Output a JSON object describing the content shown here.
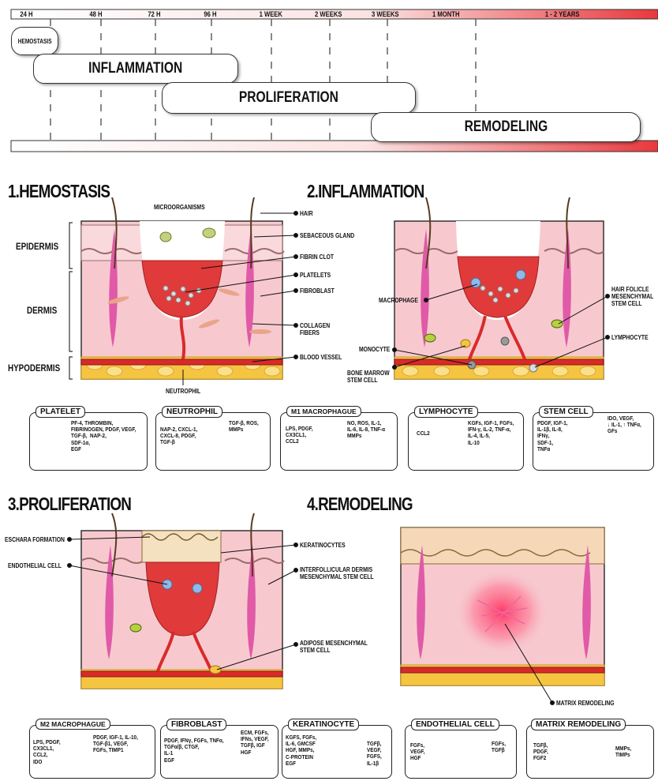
{
  "timeline": {
    "ticks": [
      "24 H",
      "48 H",
      "72 H",
      "96 H",
      "1 WEEK",
      "2 WEEKS",
      "3 WEEKS",
      "1 MONTH",
      "1 - 2 YEARS"
    ],
    "phases": [
      "HEMOSTASIS",
      "INFLAMMATION",
      "PROLIFERATION",
      "REMODELING"
    ]
  },
  "sections": {
    "hemostasis": {
      "title": "1.HEMOSTASIS",
      "layers": [
        "EPIDERMIS",
        "DERMIS",
        "HYPODERMIS"
      ],
      "labels": {
        "microorganisms": "MICROORGANISMS",
        "hair": "HAIR",
        "sebaceous": "SEBACEOUS GLAND",
        "fibrin": "FIBRIN CLOT",
        "platelets": "PLATELETS",
        "fibroblast": "FIBROBLAST",
        "collagen": "COLLAGEN\nFIBERS",
        "blood_vessel": "BLOOD VESSEL",
        "neutrophil": "NEUTROPHIL"
      }
    },
    "inflammation": {
      "title": "2.INFLAMMATION",
      "labels": {
        "macrophage": "MACROPHAGE",
        "hair_follicle": "HAIR FOLICLE\nMESENCHYMAL\nSTEM CELL",
        "lymphocyte": "LYMPHOCYTE",
        "monocyte": "MONOCYTE",
        "bone_marrow": "BONE MARROW\nSTEM CELL"
      }
    },
    "proliferation": {
      "title": "3.PROLIFERATION",
      "labels": {
        "eschara": "ESCHARA FORMATION",
        "endothelial": "ENDOTHELIAL CELL",
        "keratinocytes": "KERATINOCYTES",
        "interfollicular": "INTERFOLLICULAR DERMIS\nMESENCHYMAL STEM CELL",
        "adipose": "ADIPOSE MESENCHYMAL\nSTEM CELL"
      }
    },
    "remodeling": {
      "title": "4.REMODELING",
      "labels": {
        "matrix": "MATRIX REMODELING"
      }
    }
  },
  "cards_row1": [
    {
      "name": "PLATELET",
      "left": "",
      "right": "PF-4, THROMBIN,\nFIBRINOGEN, PDGF, VEGF,\nTGF-β,  NAP-2,\nSDF-1α,\nEGF"
    },
    {
      "name": "NEUTROPHIL",
      "left": "NAP-2, CXCL-1,\nCXCL-8, PDGF,\nTGF-β",
      "right": "TGF-β, ROS,\nMMPs"
    },
    {
      "name": "M1 MACROPHAGUE",
      "left": "LPS, PDGF,\nCX3CL1,\nCCL2",
      "right": "NO, ROS, IL-1,\nIL-6, IL-8, TNF-α\nMMPs"
    },
    {
      "name": "LYMPHOCYTE",
      "left": "CCL2",
      "right": "KGFs, IGF-1, FGFs,\nIFN-γ, IL-2, TNF-α,\nIL-4, IL-5,\nIL-10"
    },
    {
      "name": "STEM CELL",
      "left": "PDGF, IGF-1,\nIL-1β, IL-8,\nIFNγ,\nSDF-1,\nTNFα",
      "right": "IDO, VEGF,\n↓ IL-1, ↑ TNFα,\nGFs"
    }
  ],
  "cards_row2": [
    {
      "name": "M2 MACROPHAGUE",
      "left": "LPS, PDGF,\nCX3CL1,\nCCL2,\nIDO",
      "right": "PDGF, IGF-1, IL-10,\nTGF-β1, VEGF,\nFGFs, TIMP1"
    },
    {
      "name": "FIBROBLAST",
      "left": "PDGF, IFNγ, FGFs, TNFα,\nTGFα/β, CTGF,\nIL-1\nEGF",
      "right": "ECM, FGFs,\nIFNs, VEGF,\nTGFβ, IGF\nHGF"
    },
    {
      "name": "KERATINOCYTE",
      "left": "KGFS, FGFs,\nIL-6, GMCSF\nHGF, MMPs,\nC-PROTEIN\nEGF",
      "right": "TGFβ,\nVEGF,\nFGFS,\nIL-1β"
    },
    {
      "name": "ENDOTHELIAL CELL",
      "left": "FGFs,\nVEGF,\nHGF",
      "right": "FGFs,\nTGFβ"
    },
    {
      "name": "MATRIX REMODELING",
      "left": "TGFβ,\nPDGF,\nFGF2",
      "right": "MMPs,\nTIMPs"
    }
  ],
  "colors": {
    "accent": "#e8383d",
    "skin": "#f7c9cf",
    "blood": "#d92a2a",
    "fat": "#f5c542"
  }
}
